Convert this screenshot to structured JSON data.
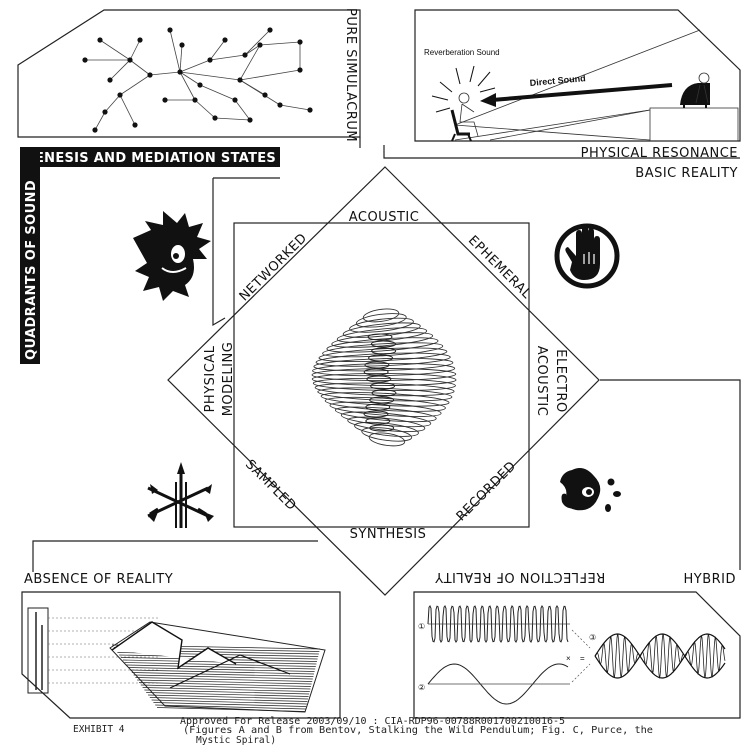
{
  "title": "QUADRANTS OF SOUND",
  "subtitle": "GENESIS AND MEDIATION STATES",
  "quadrants": {
    "top_left": "PURE SIMULACRUM",
    "top_right_line1": "PHYSICAL RESONANCE",
    "top_right_line2": "BASIC REALITY",
    "bottom_left": "ABSENCE OF REALITY",
    "bottom_right_hybrid": "HYBRID",
    "bottom_right_reflection": "REFLECTION OF REALITY"
  },
  "diamond": {
    "top": "ACOUSTIC",
    "bottom": "SYNTHESIS",
    "upper_left": "NETWORKED",
    "upper_right": "EPHEMERAL",
    "left_line1": "PHYSICAL",
    "left_line2": "MODELING",
    "right_line1": "ELECTRO",
    "right_line2": "ACOUSTIC",
    "lower_left": "SAMPLED",
    "lower_right": "RECORDED"
  },
  "resonance_panel": {
    "reverb_label": "Reverberation Sound",
    "direct_label": "Direct Sound"
  },
  "waves_panel": {
    "mark1": "①",
    "mark2": "②",
    "mark3": "③",
    "times": "×",
    "equals": "="
  },
  "footer": {
    "exhibit": "EXHIBIT 4",
    "release": "Approved For Release 2003/09/10 : CIA-RDP96-00788R001700210016-5",
    "caption_line1": "(Figures A and B from Bentov, Stalking the Wild Pendulum; Fig. C, Purce, the",
    "caption_line2": "Mystic Spiral)"
  },
  "icons": [
    "hedgehog-silhouette-icon",
    "raised-hand-icon",
    "tuning-fork-emblem-icon",
    "splash-blob-icon",
    "network-graph",
    "spiral-sphere",
    "listener-piano-scene",
    "wave-multiplication-plot",
    "perspective-graph-plot"
  ]
}
